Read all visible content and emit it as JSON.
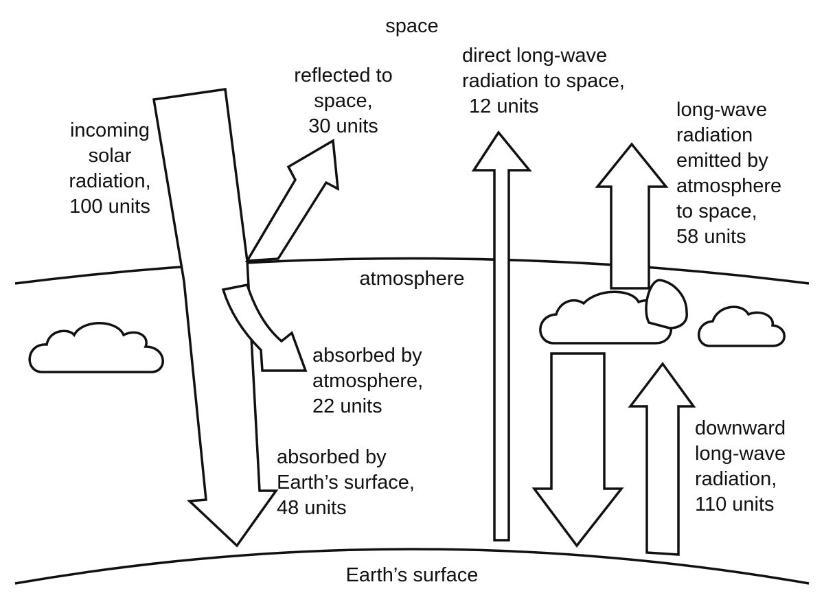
{
  "diagram": {
    "regions": {
      "space": "space",
      "atmosphere": "atmosphere",
      "surface": "Earth’s surface"
    },
    "flows": {
      "incoming": [
        "incoming",
        "solar",
        "radiation,",
        "100 units"
      ],
      "reflected": [
        "reflected to",
        "space,",
        "30 units"
      ],
      "absorbed_atmosphere": [
        "absorbed by",
        "atmosphere,",
        "22 units"
      ],
      "absorbed_surface": [
        "absorbed by",
        "Earth’s surface,",
        "48 units"
      ],
      "direct_longwave": [
        "direct long-wave",
        "radiation to space,",
        "12 units"
      ],
      "atmosphere_emitted": [
        "long-wave",
        "radiation",
        "emitted by",
        "atmosphere",
        "to space,",
        "58 units"
      ],
      "downward_longwave": [
        "downward",
        "long-wave",
        "radiation,",
        "110 units"
      ]
    },
    "colors": {
      "stroke": "#111111",
      "fill": "#ffffff"
    }
  }
}
